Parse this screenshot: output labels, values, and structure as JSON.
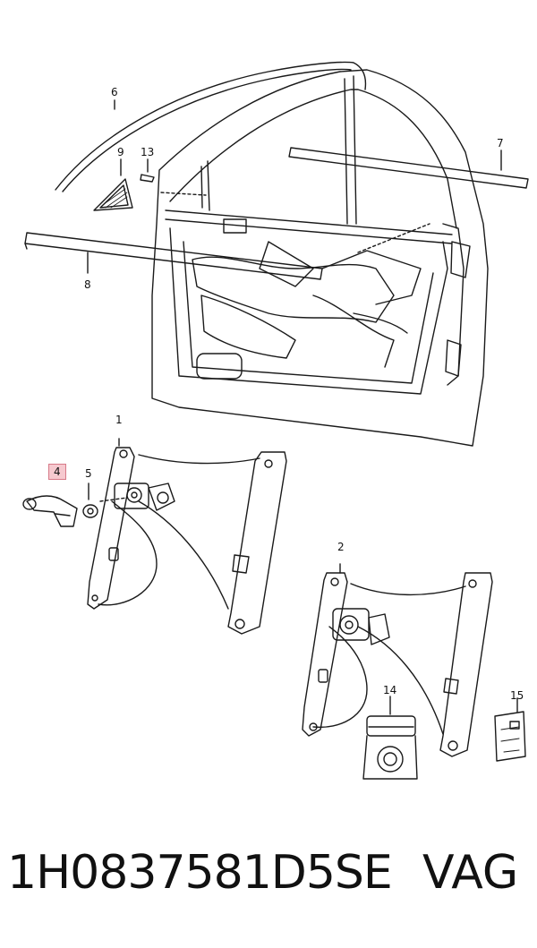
{
  "callouts": {
    "c1": "1",
    "c2": "2",
    "c4": "4",
    "c5": "5",
    "c6": "6",
    "c7": "7",
    "c8": "8",
    "c9": "9",
    "c13": "13",
    "c14": "14",
    "c15": "15"
  },
  "footer": {
    "part_number": "1H0837581D5SE",
    "brand": "VAG"
  },
  "colors": {
    "line": "#1a1a1a",
    "highlight": "#f6c9cf"
  }
}
